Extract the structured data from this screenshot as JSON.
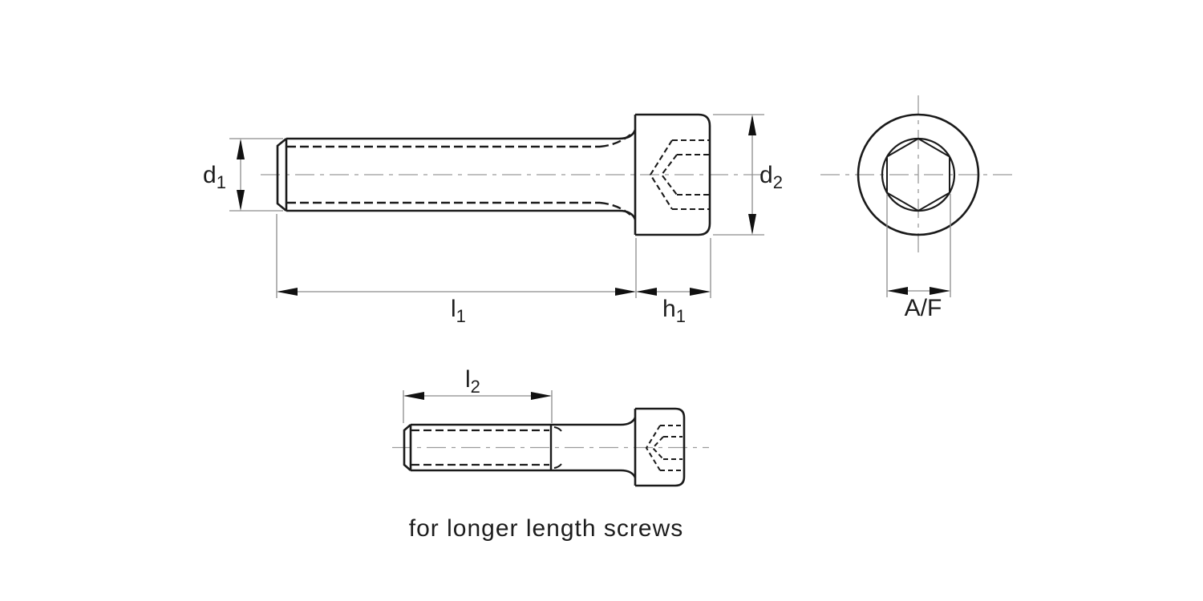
{
  "drawing": {
    "caption": "for longer length screws",
    "labels": {
      "d1": {
        "main": "d",
        "sub": "1"
      },
      "d2": {
        "main": "d",
        "sub": "2"
      },
      "l1": {
        "main": "l",
        "sub": "1"
      },
      "h1": {
        "main": "h",
        "sub": "1"
      },
      "l2": {
        "main": "l",
        "sub": "2"
      },
      "af": {
        "main": "A/F",
        "sub": ""
      }
    },
    "colors": {
      "background": "#ffffff",
      "outline": "#1a1a1a",
      "hidden_line": "#1a1a1a",
      "dimension_line": "#8c8c8c",
      "centerline": "#9a9a9a",
      "arrowhead": "#111111",
      "text": "#1d1d1d"
    }
  }
}
